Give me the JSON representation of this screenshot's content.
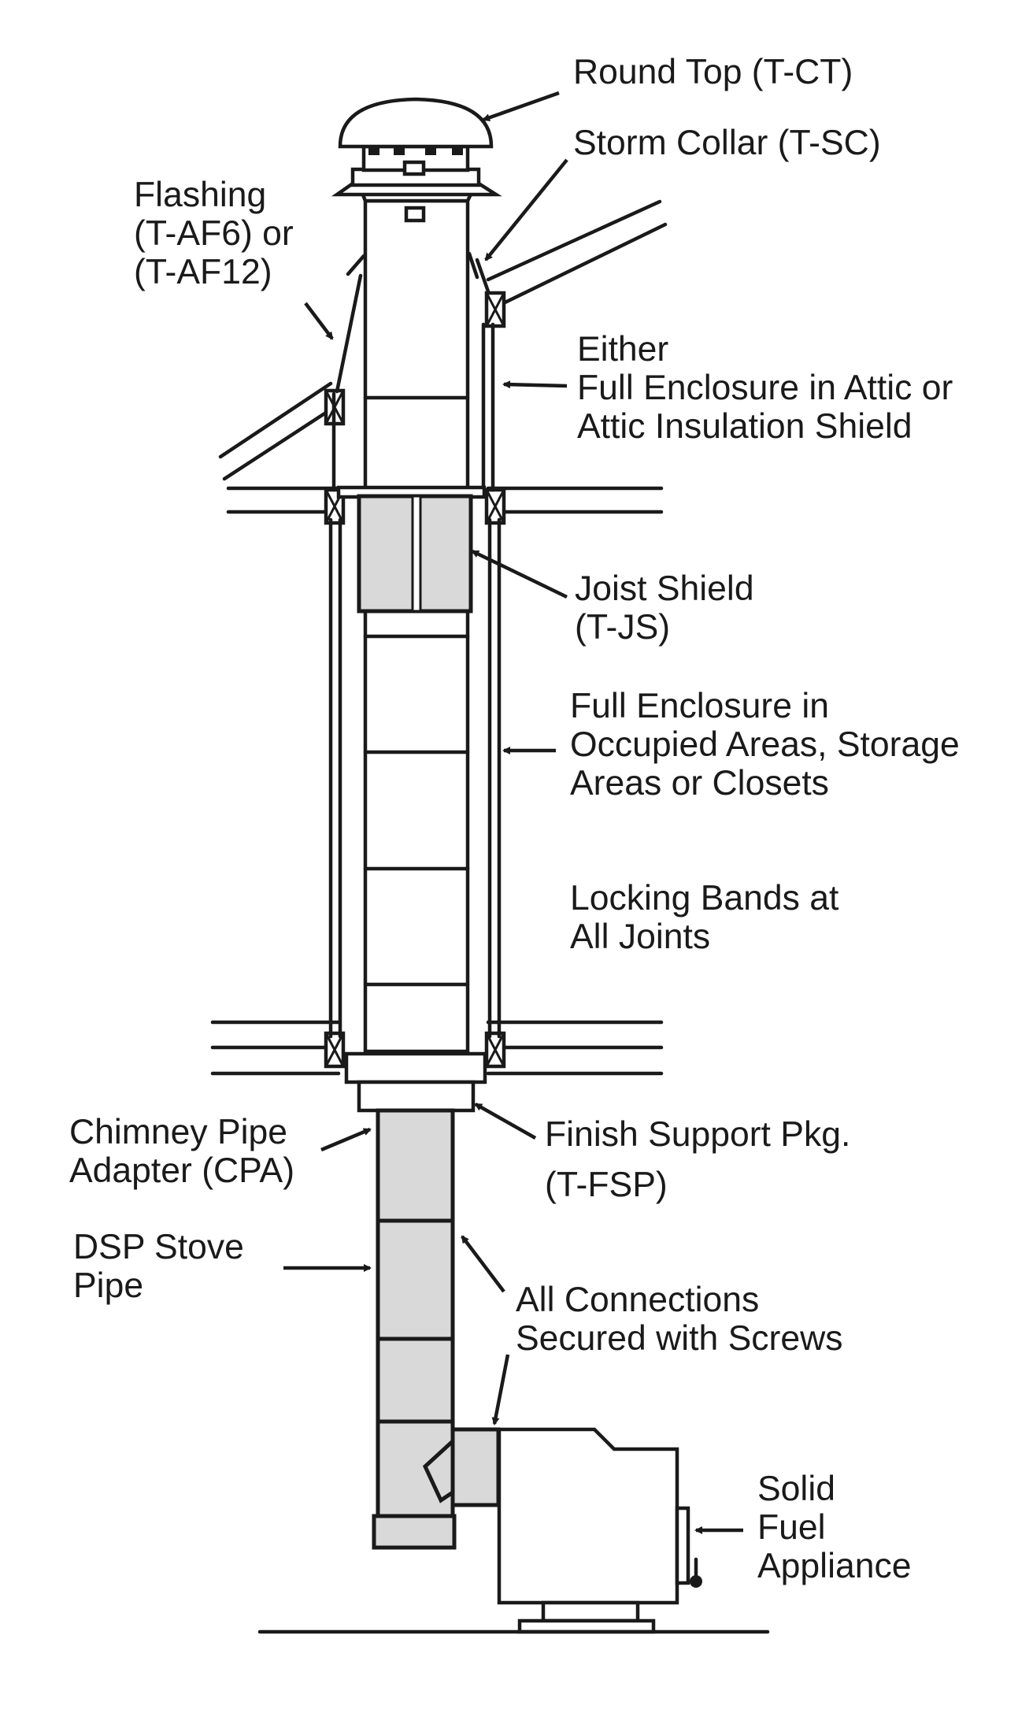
{
  "labels": {
    "round_top": "Round Top (T-CT)",
    "storm_collar": "Storm Collar (T-SC)",
    "flashing": [
      "Flashing",
      "(T-AF6) or",
      "(T-AF12)"
    ],
    "attic": [
      "Either",
      "Full Enclosure in Attic or",
      "Attic Insulation Shield"
    ],
    "joist_shield": [
      "Joist Shield",
      "(T-JS)"
    ],
    "full_enclosure": [
      "Full Enclosure in",
      "Occupied Areas, Storage",
      "Areas or Closets"
    ],
    "locking_bands": [
      "Locking Bands at",
      "All Joints"
    ],
    "chimney_adapter": [
      "Chimney Pipe",
      "Adapter (CPA)"
    ],
    "finish_support": [
      "Finish Support Pkg.",
      "(T-FSP)"
    ],
    "dsp_stove": [
      "DSP Stove",
      "Pipe"
    ],
    "connections": [
      "All Connections",
      "Secured with Screws"
    ],
    "solid_fuel": [
      "Solid",
      "Fuel",
      "Appliance"
    ]
  },
  "colors": {
    "line": "#1a1a1a",
    "component_fill": "#d9d9d9",
    "background": "#ffffff"
  }
}
